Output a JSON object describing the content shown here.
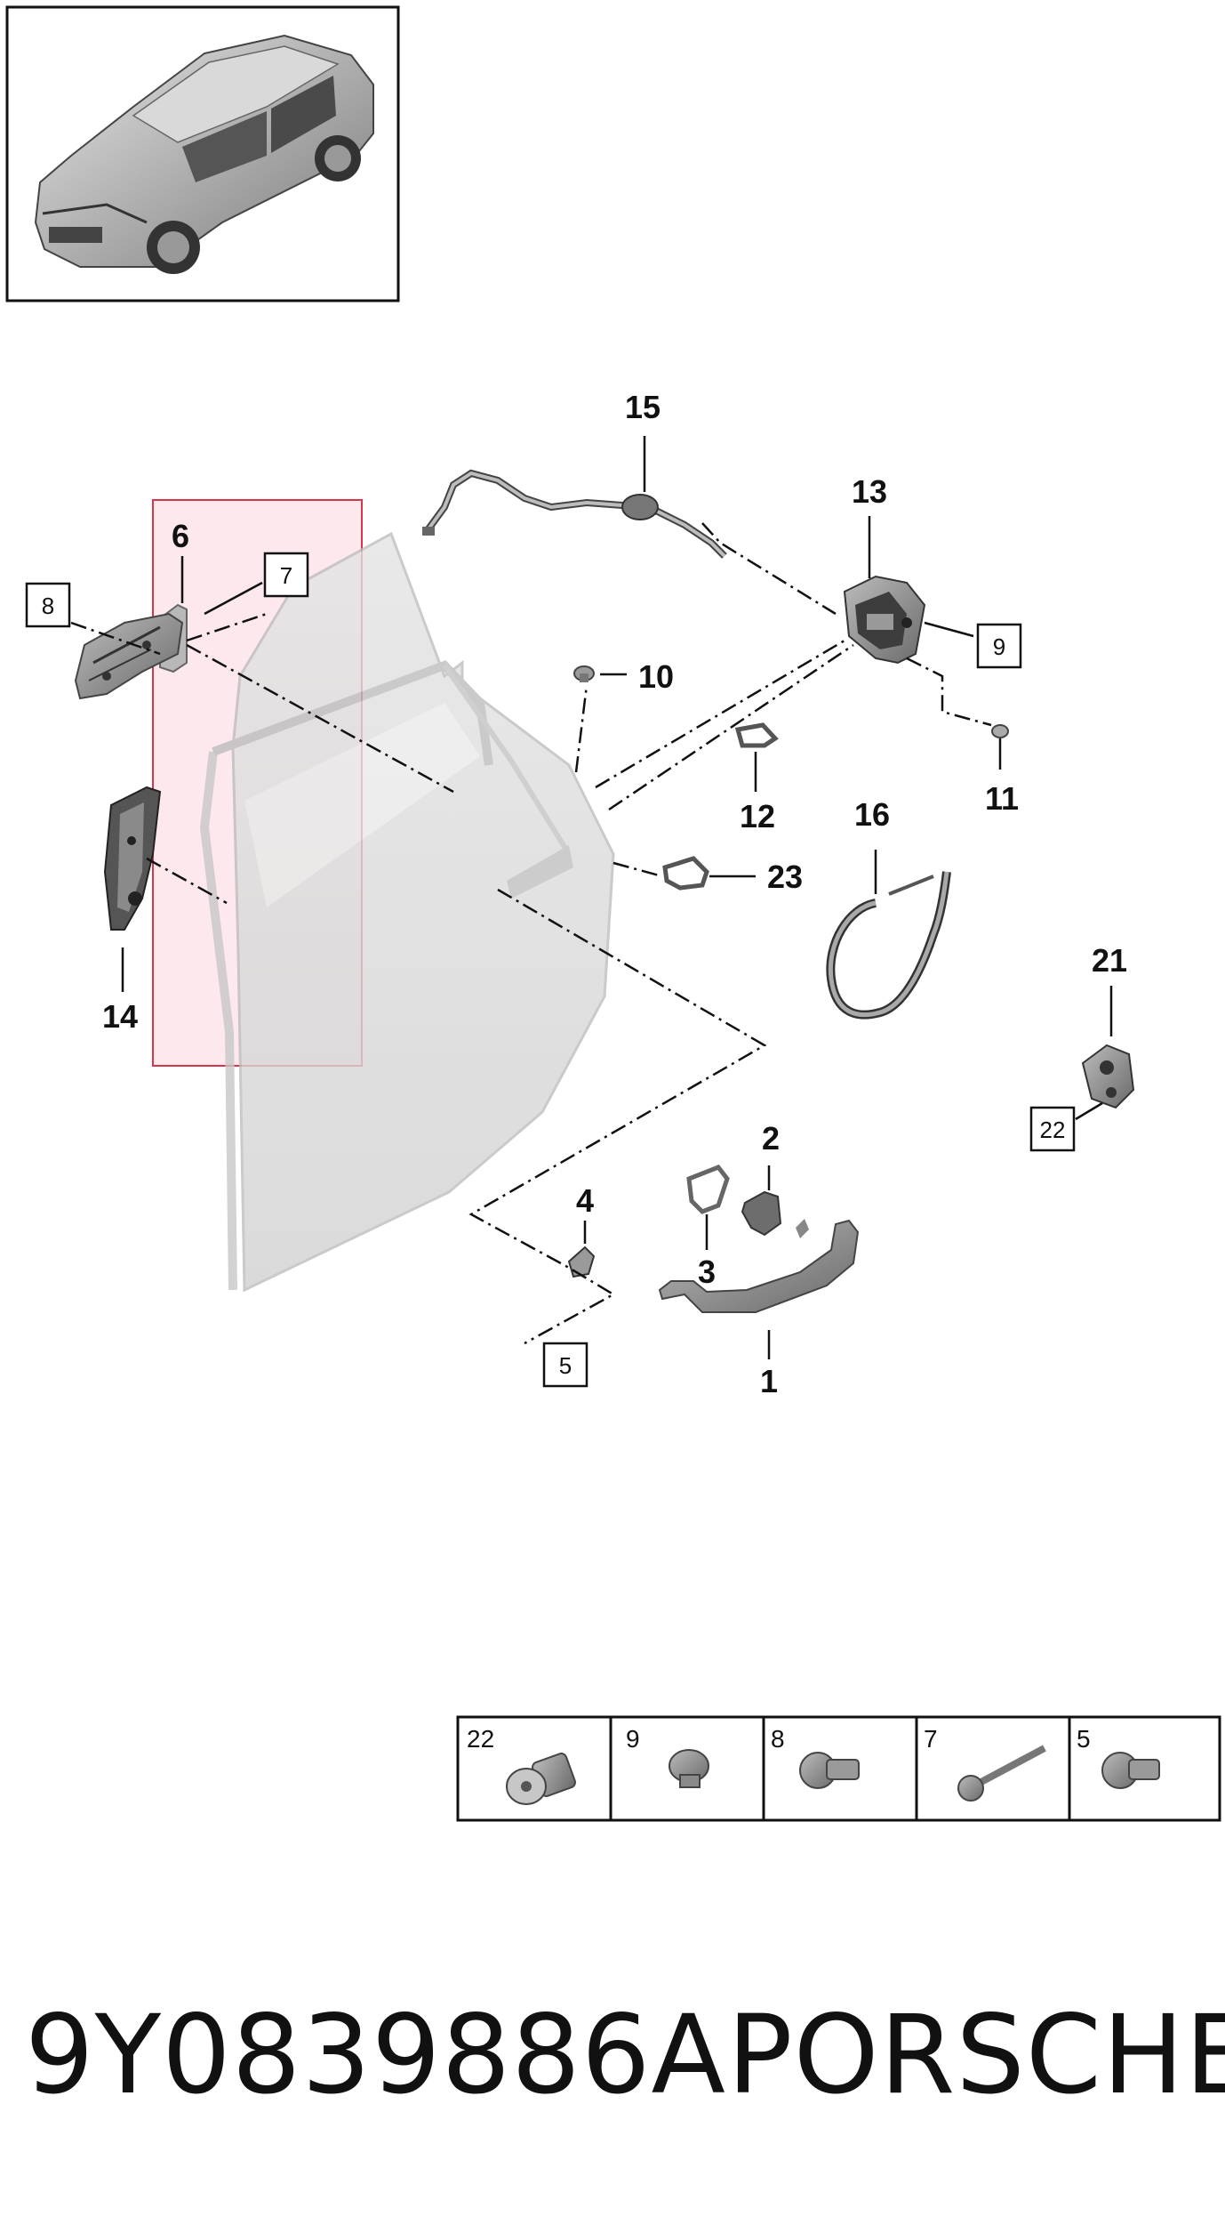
{
  "diagram": {
    "callouts": {
      "c1": "1",
      "c2": "2",
      "c3": "3",
      "c4": "4",
      "c6": "6",
      "c10": "10",
      "c11": "11",
      "c12": "12",
      "c13": "13",
      "c14": "14",
      "c15": "15",
      "c16": "16",
      "c21": "21",
      "c23": "23"
    },
    "boxed_callouts": {
      "b5": "5",
      "b7": "7",
      "b8": "8",
      "b9": "9",
      "b22": "22"
    }
  },
  "fastener_table": [
    {
      "label": "22",
      "icon": "bolt-icon"
    },
    {
      "label": "9",
      "icon": "nut-icon"
    },
    {
      "label": "8",
      "icon": "torx-screw-icon"
    },
    {
      "label": "7",
      "icon": "long-bolt-icon"
    },
    {
      "label": "5",
      "icon": "torx-screw-icon"
    }
  ],
  "footer": {
    "part_number": "9Y0839886A",
    "brand": "PORSCHE"
  },
  "colors": {
    "highlight_fill": "#fde4ea",
    "highlight_stroke": "#d9344a",
    "part_gray": "#8a8a8a",
    "door_gray": "#dcdcdc"
  }
}
